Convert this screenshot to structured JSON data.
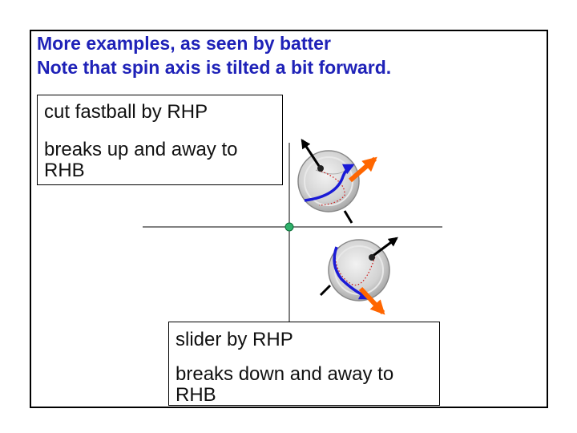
{
  "title": {
    "line1": "More examples, as seen by batter",
    "line2": "Note that spin axis is tilted a bit forward."
  },
  "cutter_box": {
    "name": "cut fastball by RHP",
    "desc_line1": "breaks up and away to",
    "desc_line2": "RHB"
  },
  "slider_box": {
    "name": "slider by RHP",
    "desc_line1": "breaks down and away to",
    "desc_line2": "RHB"
  },
  "colors": {
    "title": "#1f22b8",
    "seam_curve": "#1a1ad6",
    "seam_stitch": "#cc1111",
    "break_arrow": "#ff6600",
    "spin_axis": "#000000",
    "origin_dot": "#2fb06a",
    "ball_fill": "#d6d6d6"
  },
  "icons": {
    "cutter_ball": "baseball-icon",
    "slider_ball": "baseball-icon"
  }
}
